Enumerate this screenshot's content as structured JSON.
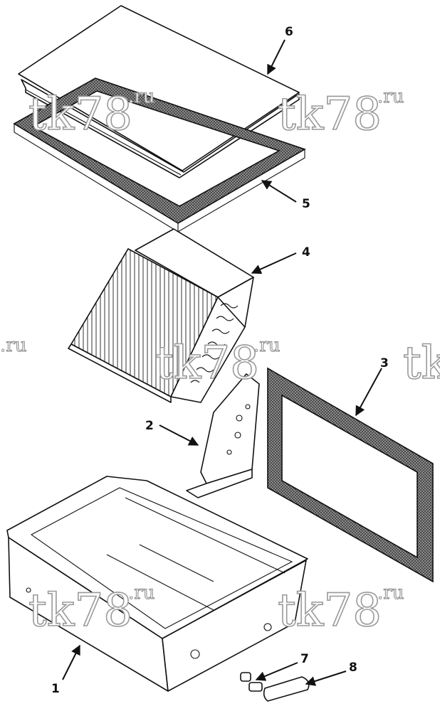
{
  "watermark": {
    "main": "tk78",
    "sup": ".ru"
  },
  "callouts": [
    "1",
    "2",
    "3",
    "4",
    "5",
    "6",
    "7",
    "8"
  ],
  "colors": {
    "line": "#111111",
    "watermark": "#9a9a9a",
    "background": "#ffffff"
  }
}
